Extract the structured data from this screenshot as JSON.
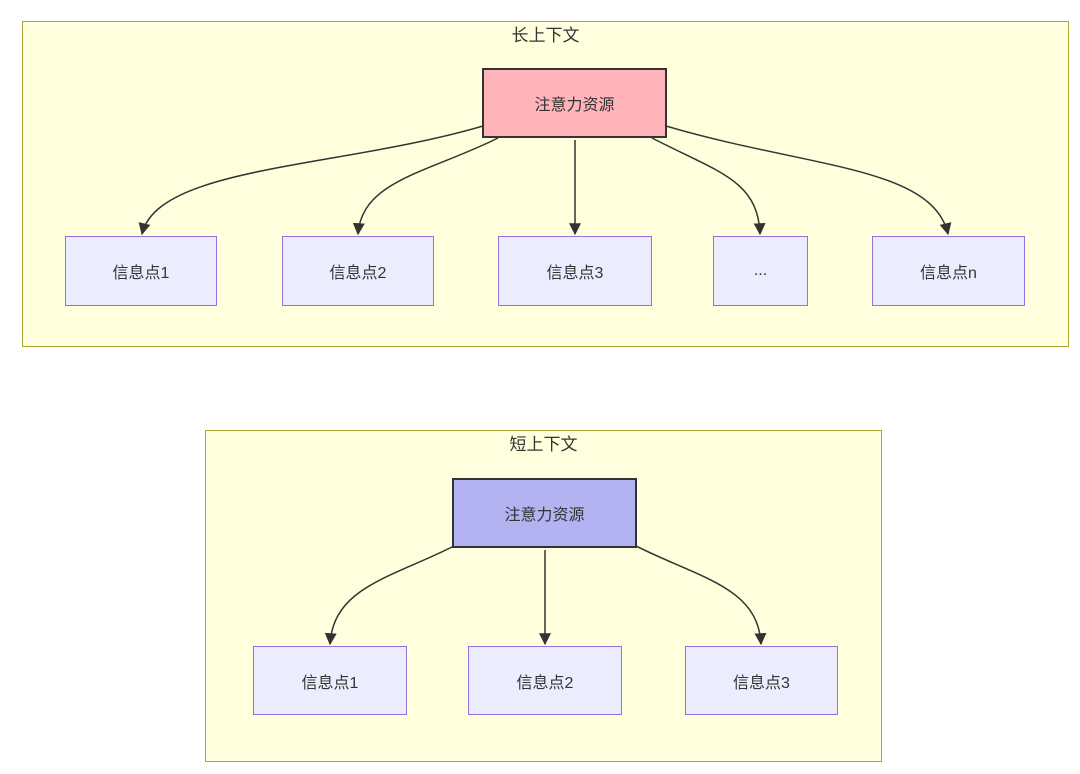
{
  "diagram": {
    "type": "flowchart",
    "direction": "top-down",
    "clusters": [
      {
        "title": "长上下文",
        "root": {
          "label": "注意力资源",
          "fill": "#ffb4ba"
        },
        "children": [
          {
            "label": "信息点1"
          },
          {
            "label": "信息点2"
          },
          {
            "label": "信息点3"
          },
          {
            "label": "..."
          },
          {
            "label": "信息点n"
          }
        ]
      },
      {
        "title": "短上下文",
        "root": {
          "label": "注意力资源",
          "fill": "#b3b3f1"
        },
        "children": [
          {
            "label": "信息点1"
          },
          {
            "label": "信息点2"
          },
          {
            "label": "信息点3"
          }
        ]
      }
    ],
    "colors": {
      "cluster_fill": "#ffffde",
      "cluster_border": "#aaaa33",
      "leaf_fill": "#ECECFF",
      "leaf_border": "#9370DB",
      "root_border": "#333333",
      "edge": "#333333",
      "text": "#333333",
      "page_background": "#ffffff"
    }
  }
}
